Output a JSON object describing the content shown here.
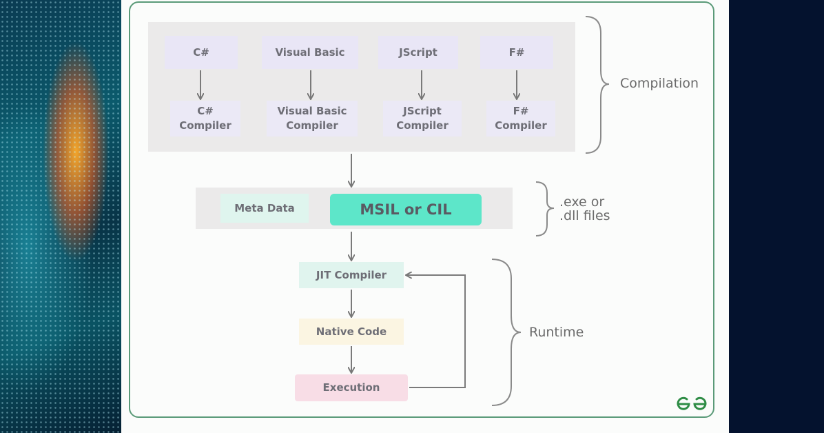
{
  "languages": [
    {
      "name": "C#",
      "compiler_line1": "C#",
      "compiler_line2": "Compiler"
    },
    {
      "name": "Visual Basic",
      "compiler_line1": "Visual Basic",
      "compiler_line2": "Compiler"
    },
    {
      "name": "JScript",
      "compiler_line1": "JScript",
      "compiler_line2": "Compiler"
    },
    {
      "name": "F#",
      "compiler_line1": "F#",
      "compiler_line2": "Compiler"
    }
  ],
  "intermediate": {
    "meta_data": "Meta Data",
    "msil": "MSIL or CIL"
  },
  "runtime_steps": {
    "jit": "JIT Compiler",
    "native": "Native Code",
    "execution": "Execution"
  },
  "phases": {
    "compilation": "Compilation",
    "files_line1": ".exe or",
    "files_line2": ".dll files",
    "runtime": "Runtime"
  },
  "brand": {
    "logo_icon": "geeksforgeeks-logo-icon",
    "accent": "#2f8d46"
  },
  "colors": {
    "language_box": "#e9e6f6",
    "msil_box": "#5de6c9",
    "meta_box": "#dff5ee",
    "jit_box": "#e0f4ee",
    "native_box": "#fbf5e2",
    "execution_box": "#f8dde6",
    "frame": "#5a9a78"
  }
}
